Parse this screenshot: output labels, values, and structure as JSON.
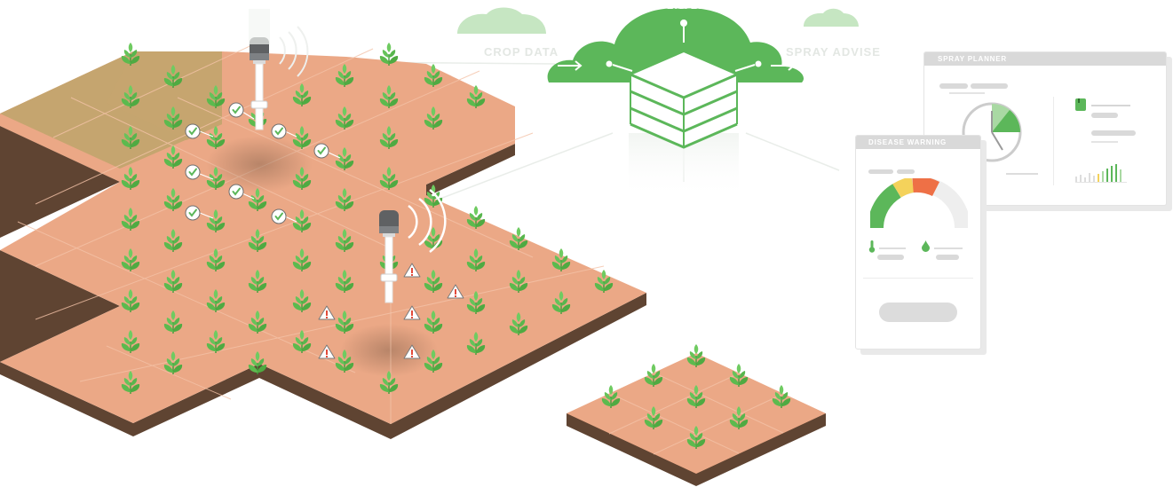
{
  "server": {
    "label": "SERVER"
  },
  "flows": {
    "crop_data": "CROP DATA",
    "spray_advise": "SPRAY ADVISE"
  },
  "spray_planner": {
    "title": "SPRAY PLANNER"
  },
  "disease_warning": {
    "title": "DISEASE WARNING"
  },
  "colors": {
    "soil": "#eba886",
    "soil_dry": "#c5a56f",
    "soil_edge": "#5f4432",
    "plant": "#5cba4e",
    "cloud": "#5cb75a",
    "warn_red": "#e34b3a",
    "gauge_green": "#5cb75a",
    "gauge_yellow": "#f4d25b",
    "gauge_orange": "#ee7046"
  }
}
